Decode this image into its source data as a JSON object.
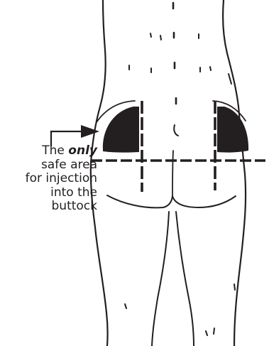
{
  "caption": {
    "line1_prefix": "The",
    "line1_emphasis": "only",
    "line2": "safe area",
    "line3": "for injection",
    "line4": "into the",
    "line5": "buttock"
  },
  "colors": {
    "ink": "#231f20",
    "background": "#ffffff"
  },
  "icons": {
    "pointer": "arrow-right-icon"
  }
}
